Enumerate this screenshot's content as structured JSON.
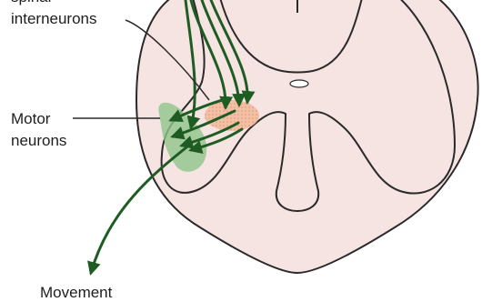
{
  "labels": {
    "spinal_interneurons_line1": "spinal",
    "spinal_interneurons_line2": "interneurons",
    "motor_neurons_line1": "Motor",
    "motor_neurons_line2": "neurons",
    "movement": "Movement"
  },
  "colors": {
    "cord_fill": "#f6e4e2",
    "cord_outline": "#2a2a2a",
    "axon": "#1f5c24",
    "motor_neuron_cluster": "#8fc48a",
    "interneuron_cluster": "#f2b89a"
  }
}
